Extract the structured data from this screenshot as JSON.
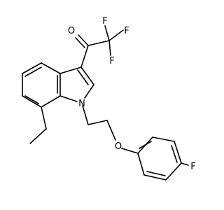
{
  "molecule": {
    "atoms": {
      "O_carbonyl": "O",
      "F_a": "F",
      "F_b": "F",
      "F_c": "F",
      "N_indole": "N",
      "O_ether": "O",
      "F_aryl": "F"
    }
  }
}
